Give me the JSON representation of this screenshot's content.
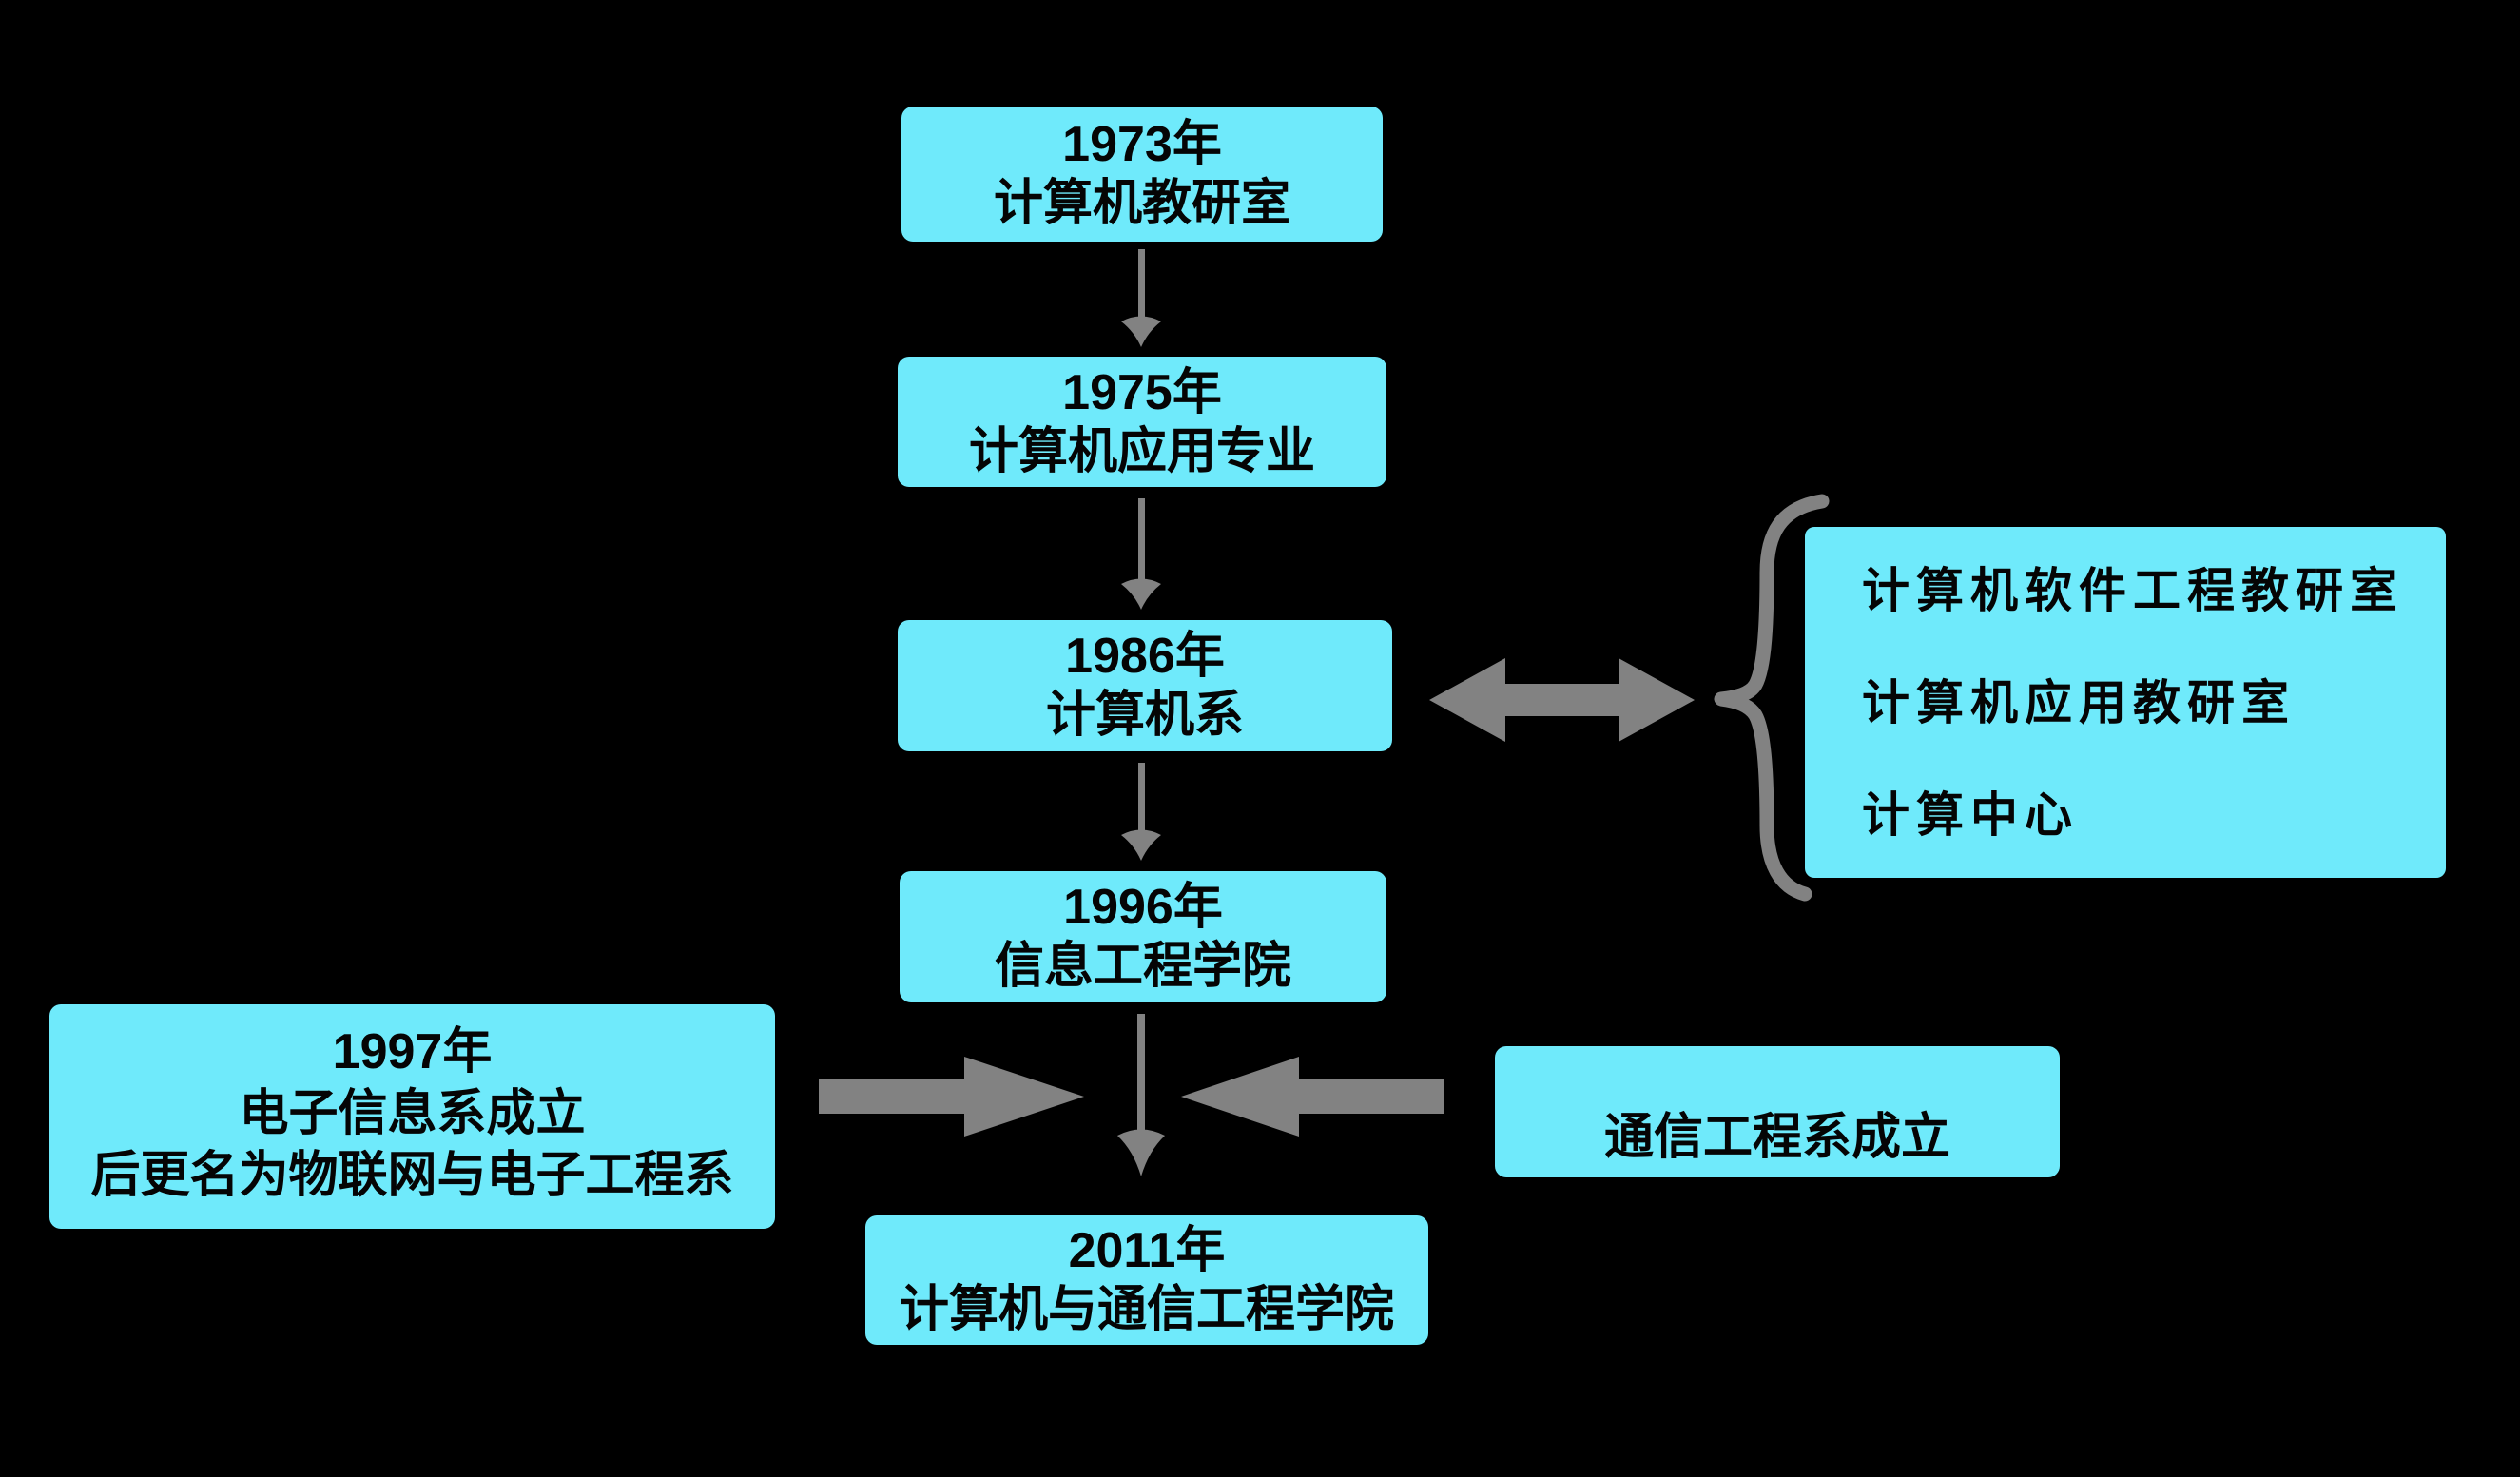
{
  "colors": {
    "background": "#000000",
    "box_fill": "#6feafb",
    "arrow_gray": "#828282",
    "text": "#050505"
  },
  "timeline": [
    {
      "year": "1973年",
      "name": "计算机教研室"
    },
    {
      "year": "1975年",
      "name": "计算机应用专业"
    },
    {
      "year": "1986年",
      "name": "计算机系"
    },
    {
      "year": "1996年",
      "name": "信息工程学院"
    },
    {
      "year": "2011年",
      "name": "计算机与通信工程学院"
    }
  ],
  "left_note": {
    "line1": "1997年",
    "line2": "电子信息系成立",
    "line3": "后更名为物联网与电子工程系"
  },
  "right_note": {
    "label": "通信工程系成立"
  },
  "brace_group": {
    "items": [
      "计算机软件工程教研室",
      "计算机应用教研室",
      "计算中心"
    ]
  }
}
